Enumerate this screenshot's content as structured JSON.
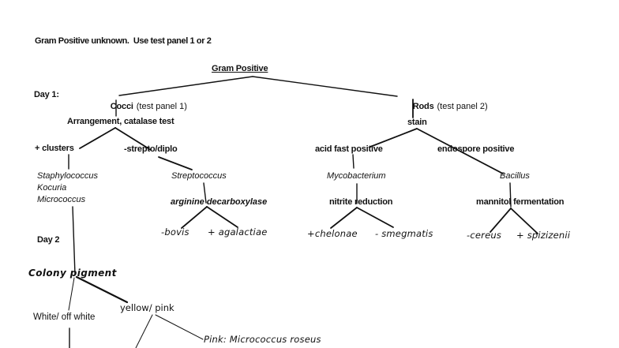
{
  "colors": {
    "ink": "#111111",
    "background": "#ffffff"
  },
  "title": "Gram Positive unknown.  Use test panel 1 or 2",
  "root": {
    "label": "Gram Positive"
  },
  "day1_label": "Day 1:",
  "day2_label": "Day 2",
  "cocci": {
    "label": "Cocci",
    "panel_note": "(test panel 1)",
    "test": "Arrangement, catalase test",
    "clusters": {
      "result": "+ clusters",
      "genera": [
        "Staphylococcus",
        "Kocuria",
        "Micrococcus"
      ]
    },
    "strepto": {
      "result": "-strepto/diplo",
      "genus": "Streptococcus",
      "test": "arginine decarboxylase",
      "negative": "-bovis",
      "positive": "+ agalactiae"
    }
  },
  "rods": {
    "label": "Rods",
    "panel_note": "(test panel 2)",
    "test": "stain",
    "acid_fast": {
      "result": "acid fast positive",
      "genus": "Mycobacterium",
      "test": "nitrite reduction",
      "positive": "+chelonae",
      "negative": "- smegmatis"
    },
    "endospore": {
      "result": "endospore positive",
      "genus": "Bacillus",
      "test": "mannitol fermentation",
      "negative": "-cereus",
      "positive": "+ spizizenii"
    }
  },
  "day2": {
    "test": "Colony pigment",
    "white_branch": "White/ off white",
    "yellow_pink_branch": "yellow/ pink",
    "pink_note": "Pink: Micrococcus roseus"
  }
}
